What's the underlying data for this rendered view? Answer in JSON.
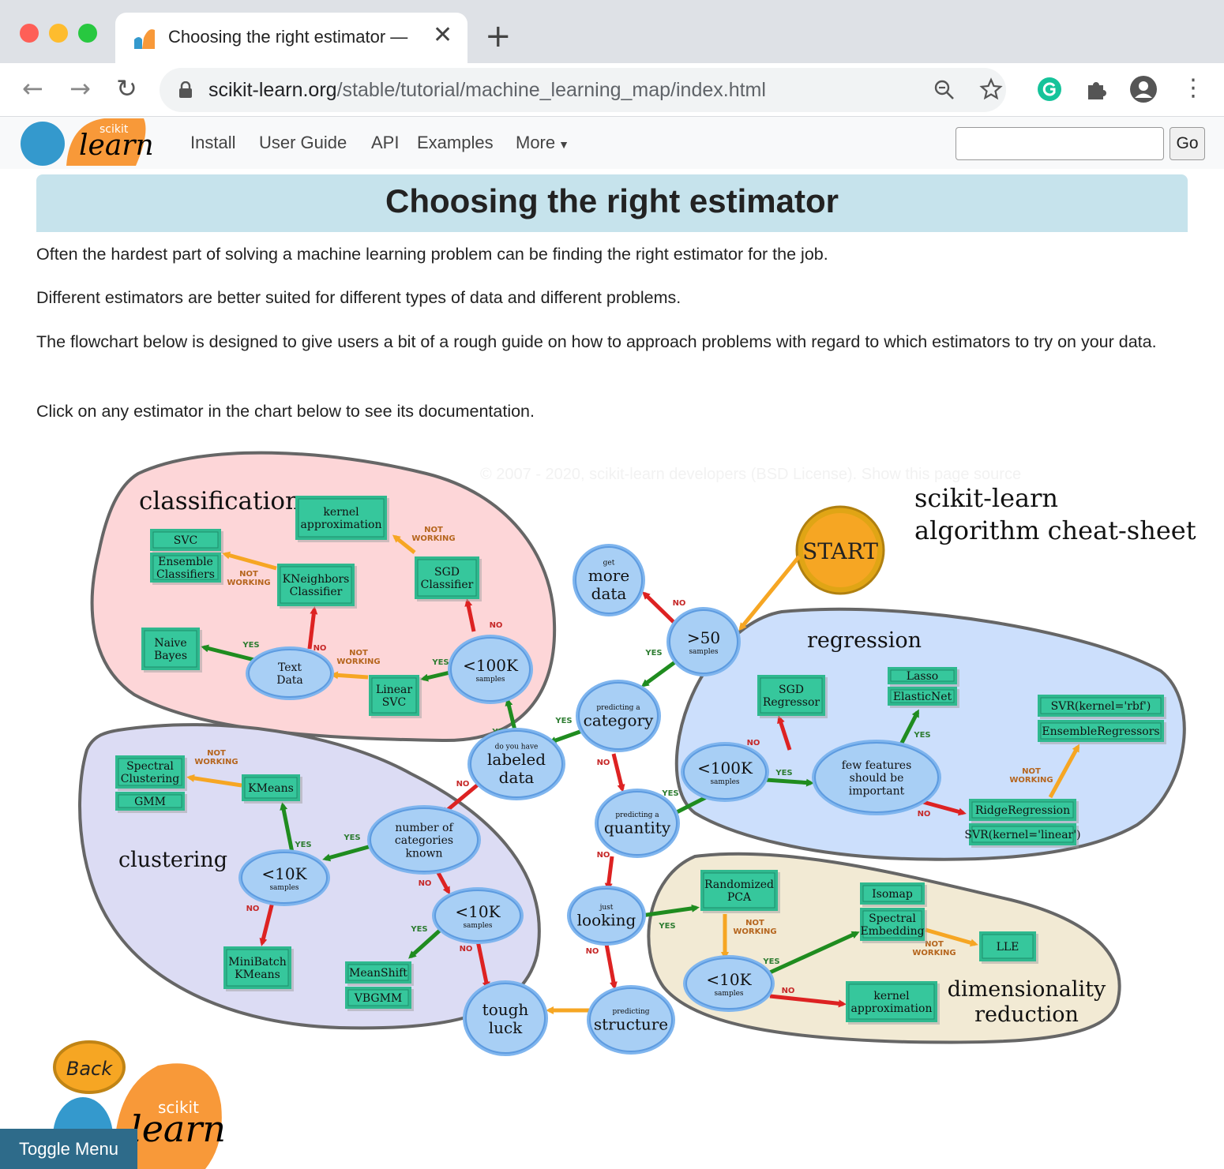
{
  "browser": {
    "tab_title": "Choosing the right estimator —",
    "new_tab": "+",
    "close_tab": "✕",
    "url_host": "scikit-learn.org",
    "url_path": "/stable/tutorial/machine_learning_map/index.html"
  },
  "site_nav": {
    "logo_small": "scikit",
    "logo_big": "learn",
    "links": [
      "Install",
      "User Guide",
      "API",
      "Examples",
      "More"
    ],
    "search_value": "",
    "go_label": "Go"
  },
  "page": {
    "title": "Choosing the right estimator",
    "paragraphs": [
      "Often the hardest part of solving a machine learning problem can be finding the right estimator for the job.",
      "Different estimators are better suited for different types of data and different problems.",
      "The flowchart below is designed to give users a bit of a rough guide on how to approach problems with regard to which estimators to try on your data.",
      "Click on any estimator in the chart below to see its documentation."
    ],
    "toggle_menu": "Toggle Menu",
    "faint_footer": "© 2007 - 2020, scikit-learn developers (BSD License). Show this page source"
  },
  "cheatsheet": {
    "title_line1": "scikit-learn",
    "title_line2": "algorithm cheat-sheet",
    "start": "START",
    "back": "Back",
    "logo_small": "scikit",
    "logo_big": "learn",
    "regions": {
      "classification": "classification",
      "clustering": "clustering",
      "regression": "regression",
      "dim_line1": "dimensionality",
      "dim_line2": "reduction"
    },
    "decisions": {
      "more_data": [
        "get",
        "more",
        "data"
      ],
      "gt50": [
        ">50",
        "samples"
      ],
      "category": [
        "predicting a",
        "category"
      ],
      "labeled": [
        "do you have",
        "labeled",
        "data"
      ],
      "lt100k_cls": [
        "<100K",
        "samples"
      ],
      "text_data": [
        "Text",
        "Data"
      ],
      "quantity": [
        "predicting a",
        "quantity"
      ],
      "lt100k_reg": [
        "<100K",
        "samples"
      ],
      "few_features": [
        "few features",
        "should be",
        "important"
      ],
      "num_categories": [
        "number of",
        "categories",
        "known"
      ],
      "lt10k_clu1": [
        "<10K",
        "samples"
      ],
      "lt10k_clu2": [
        "<10K",
        "samples"
      ],
      "looking": [
        "just",
        "looking"
      ],
      "structure": [
        "predicting",
        "structure"
      ],
      "tough_luck": [
        "tough",
        "luck"
      ],
      "lt10k_dim": [
        "<10K",
        "samples"
      ]
    },
    "estimators": {
      "kernel_approx_cls": [
        "kernel",
        "approximation"
      ],
      "svc": [
        "SVC"
      ],
      "ensemble_cls": [
        "Ensemble",
        "Classifiers"
      ],
      "kneighbors": [
        "KNeighbors",
        "Classifier"
      ],
      "sgd_cls": [
        "SGD",
        "Classifier"
      ],
      "naive_bayes": [
        "Naive",
        "Bayes"
      ],
      "linear_svc": [
        "Linear",
        "SVC"
      ],
      "sgd_reg": [
        "SGD",
        "Regressor"
      ],
      "lasso": [
        "Lasso"
      ],
      "elasticnet": [
        "ElasticNet"
      ],
      "svr_rbf": [
        "SVR(kernel='rbf')"
      ],
      "ensemble_reg": [
        "EnsembleRegressors"
      ],
      "ridge": [
        "RidgeRegression"
      ],
      "svr_linear": [
        "SVR(kernel='linear')"
      ],
      "spectral_clu": [
        "Spectral",
        "Clustering"
      ],
      "gmm": [
        "GMM"
      ],
      "kmeans": [
        "KMeans"
      ],
      "minibatch": [
        "MiniBatch",
        "KMeans"
      ],
      "meanshift": [
        "MeanShift"
      ],
      "vbgmm": [
        "VBGMM"
      ],
      "randomized_pca": [
        "Randomized",
        "PCA"
      ],
      "isomap": [
        "Isomap"
      ],
      "spectral_emb": [
        "Spectral",
        "Embedding"
      ],
      "lle": [
        "LLE"
      ],
      "kernel_approx_dim": [
        "kernel",
        "approximation"
      ]
    },
    "edge_labels": {
      "yes": "YES",
      "no": "NO",
      "not": "NOT",
      "working": "WORKING"
    }
  }
}
